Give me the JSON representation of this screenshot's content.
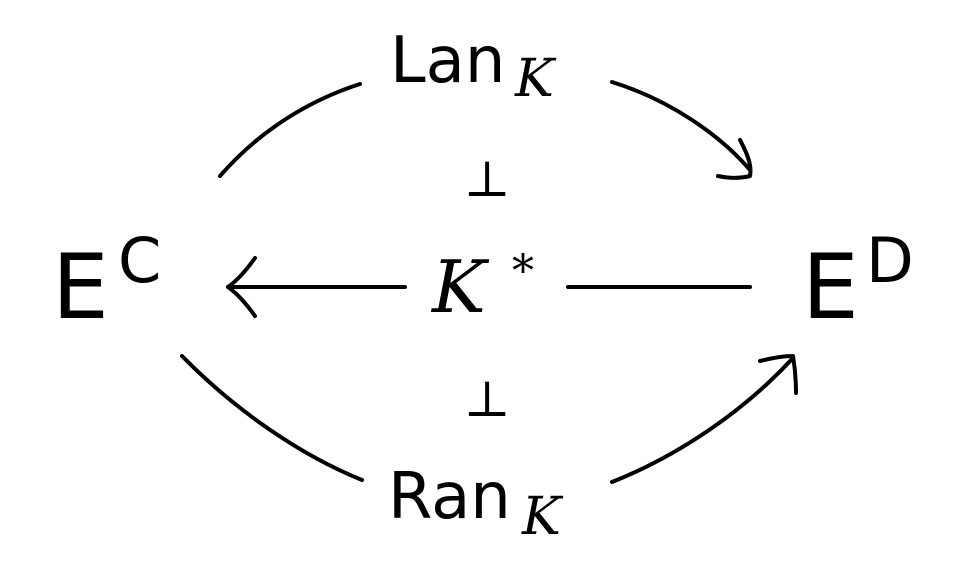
{
  "nodes": {
    "left": {
      "base": "E",
      "sup": "C"
    },
    "right": {
      "base": "E",
      "sup": "D"
    }
  },
  "functors": {
    "top": {
      "name": "Lan",
      "sub": "K"
    },
    "middle": {
      "name": "K",
      "sup": "*"
    },
    "bottom": {
      "name": "Ran",
      "sub": "K"
    }
  },
  "adjunction_symbols": {
    "upper": "⊥",
    "lower": "⊥"
  },
  "colors": {
    "ink": "#000000",
    "background": "#ffffff"
  }
}
